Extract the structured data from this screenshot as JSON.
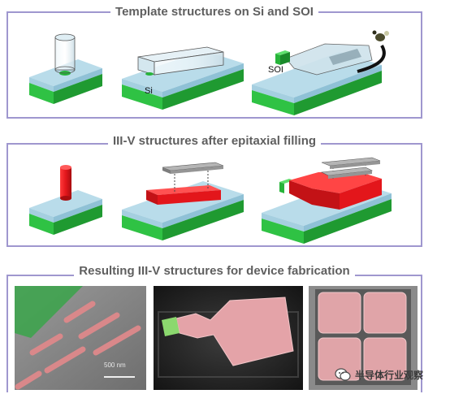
{
  "panels": [
    {
      "title": "Template structures on Si and SOI",
      "labels": {
        "si": "Si",
        "soi": "SOI"
      }
    },
    {
      "title": "III-V structures after epitaxial filling"
    },
    {
      "title": "Resulting III-V structures for device fabrication",
      "scale_bar": "500 nm"
    }
  ],
  "watermark": {
    "text": "半导体行业观察"
  },
  "colors": {
    "substrate_green": "#27b43a",
    "oxide_blue": "#b9dcea",
    "iii_v_red": "#e3161b",
    "frame": "#9f97cf",
    "title_gray": "#5f5f5f"
  }
}
